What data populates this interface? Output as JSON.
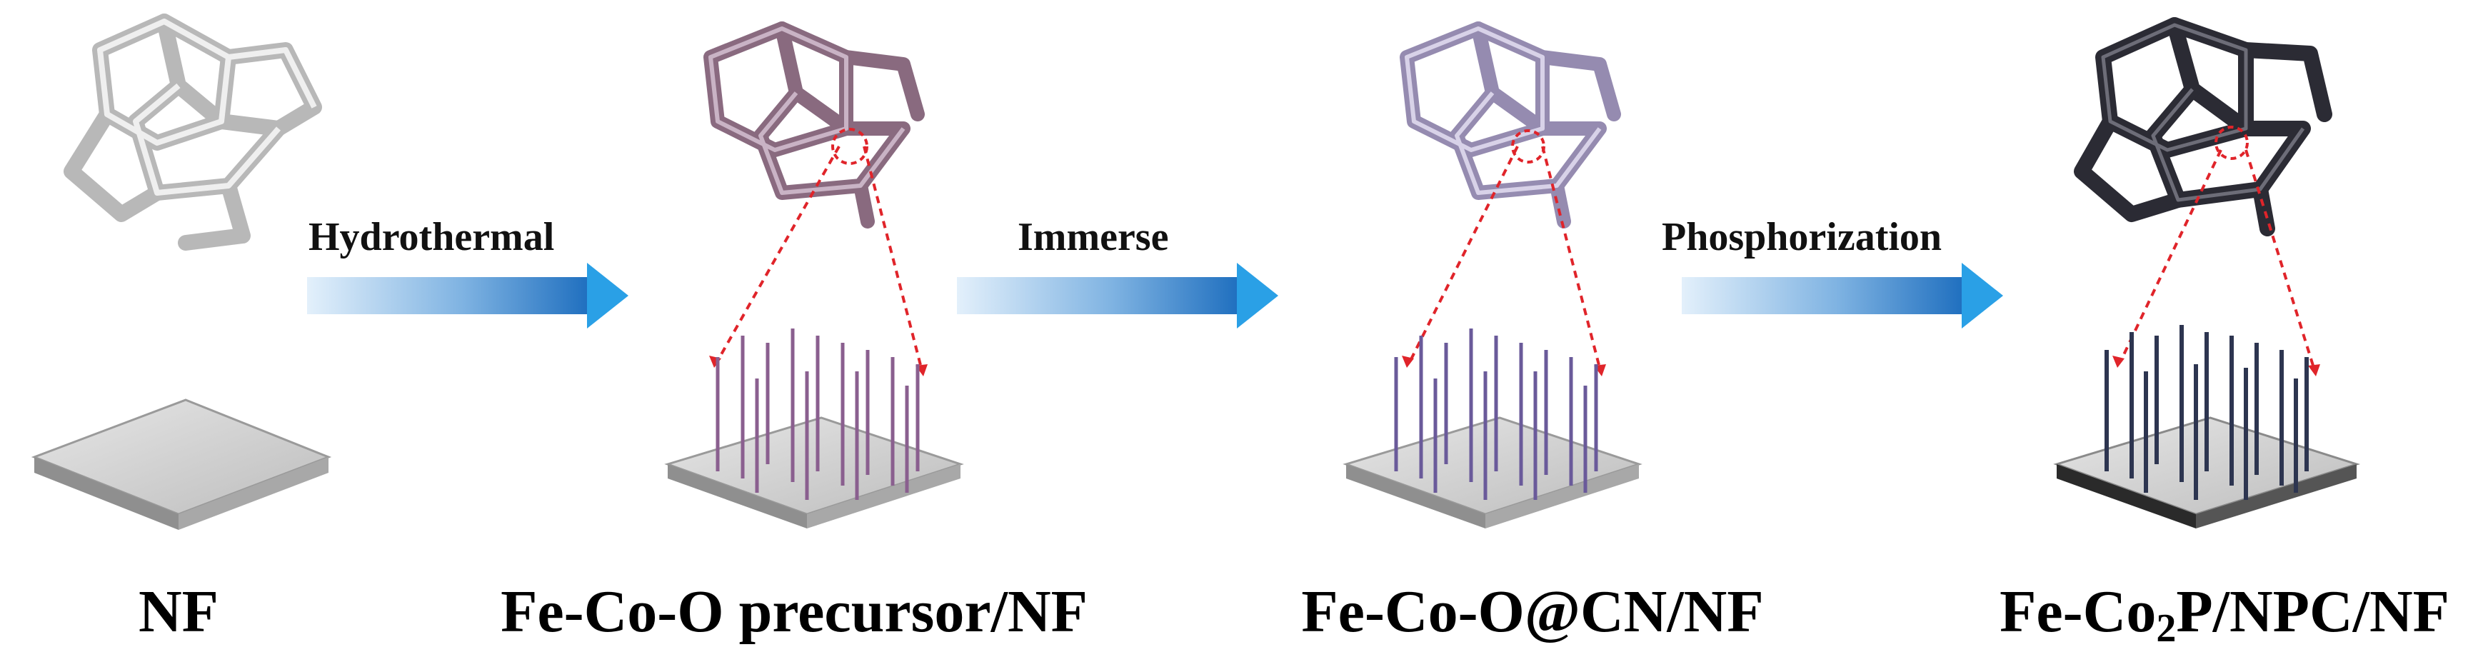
{
  "steps": {
    "hydrothermal": "Hydrothermal",
    "immerse": "Immerse",
    "phosphorization": "Phosphorization"
  },
  "stages": {
    "nf": "NF",
    "precursor": "Fe-Co-O precursor/NF",
    "cn": "Fe-Co-O@CN/NF",
    "final_prefix": "Fe-Co",
    "final_subscript": "2",
    "final_suffix": "P/NPC/NF"
  },
  "colors": {
    "arrow_light": "#d7e9f8",
    "arrow_dark": "#1e7cc9",
    "arrow_head": "#2aa0e6",
    "foam_nf": "#c9c9c9",
    "foam_precursor": "#7d5a72",
    "foam_cn": "#8a7fa8",
    "foam_final": "#2b2b34",
    "rod_precursor": "#8a5f8f",
    "rod_cn": "#6a5a9a",
    "rod_final": "#2d3550",
    "zoom_line": "#e0242a"
  },
  "icons": {
    "foam": "nickel-foam-icon",
    "substrate": "substrate-plate-icon",
    "nanoarray": "nanorod-array-icon"
  }
}
